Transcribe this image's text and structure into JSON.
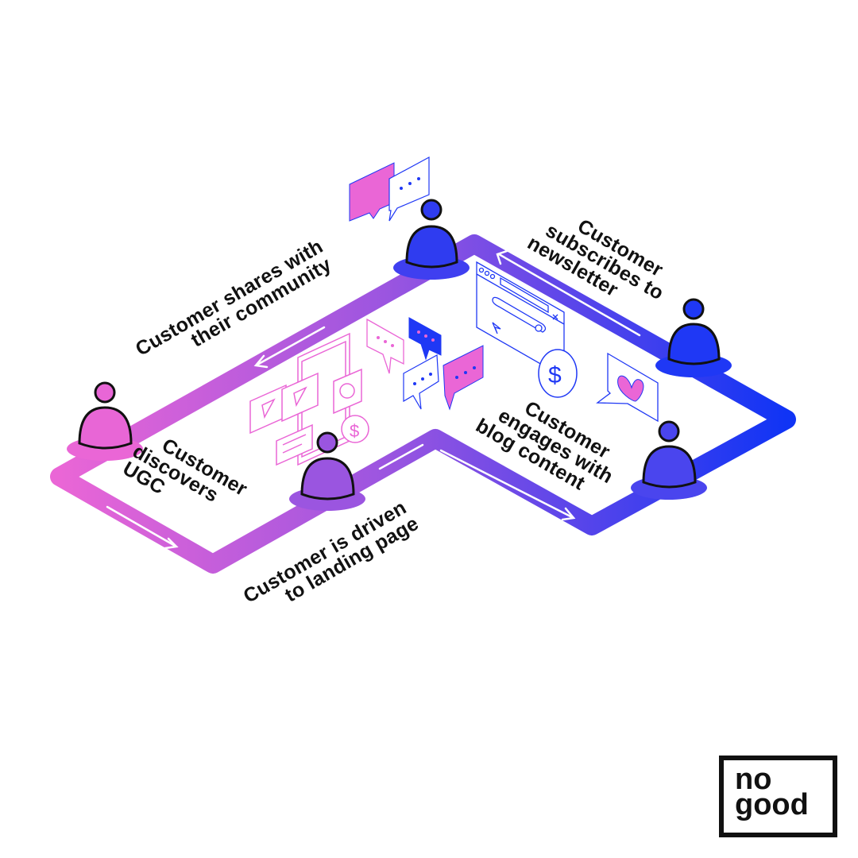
{
  "stages": [
    {
      "id": "discovers",
      "lines": [
        "Customer",
        "discovers",
        "UGC"
      ]
    },
    {
      "id": "landing",
      "lines": [
        "Customer is driven",
        "to landing page"
      ]
    },
    {
      "id": "blog",
      "lines": [
        "Customer",
        "engages with",
        "blog content"
      ]
    },
    {
      "id": "newsletter",
      "lines": [
        "Customer",
        "subscribes to",
        "newsletter"
      ]
    },
    {
      "id": "shares",
      "lines": [
        "Customer shares with",
        "their community"
      ]
    }
  ],
  "logo": {
    "line1": "no",
    "line2": "good"
  },
  "colors": {
    "pink": "#ea66d6",
    "purple": "#9b55e0",
    "violet": "#4a45ee",
    "blue": "#1f38f5",
    "ink": "#111111"
  },
  "icons": [
    "person-icon",
    "chat-bubble-icon",
    "browser-window-icon",
    "dollar-coin-icon",
    "heart-bubble-icon",
    "video-card-icon",
    "phone-icon",
    "arrow-icon"
  ]
}
